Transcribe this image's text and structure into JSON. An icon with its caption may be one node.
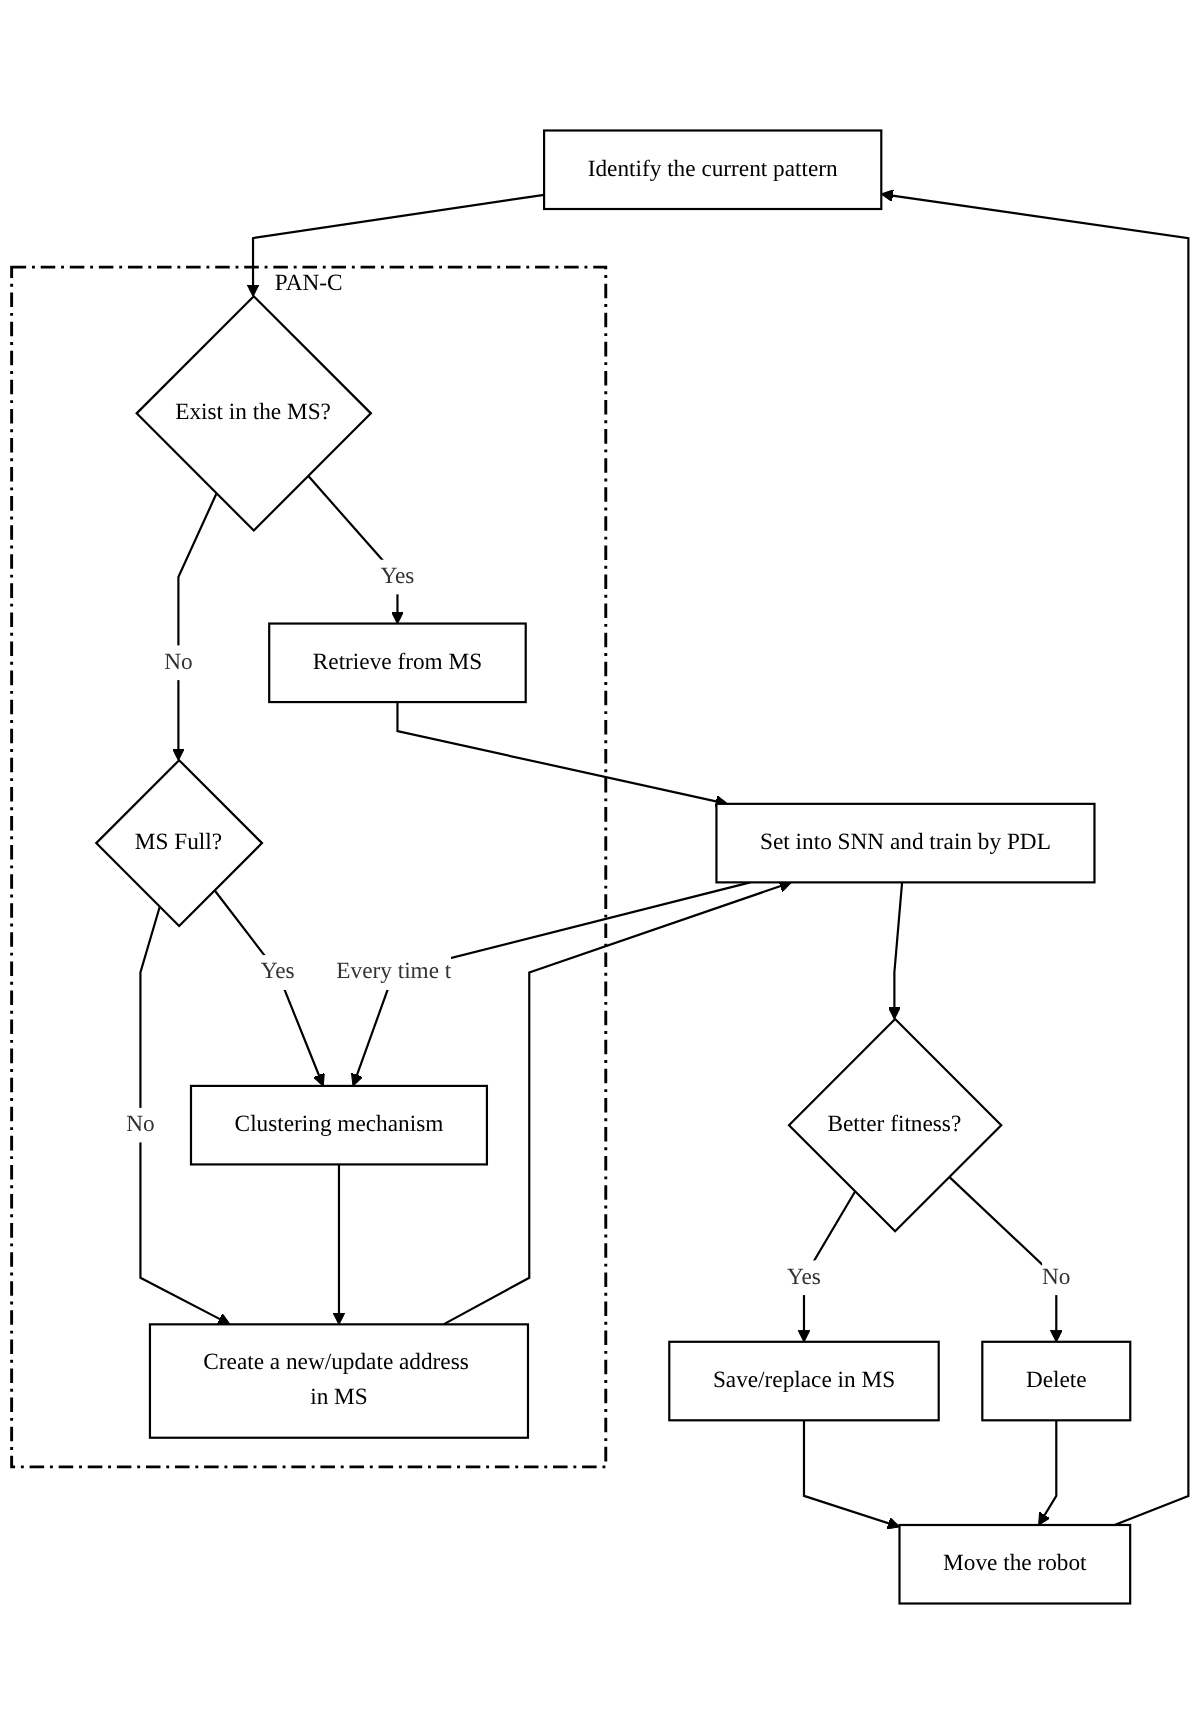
{
  "diagram": {
    "nodes": [
      {
        "text": [
          "Identify the current pattern"
        ]
      },
      {
        "text": [
          "PAN-C"
        ]
      },
      {
        "text": [
          "Retrieve from MS"
        ],
        "in": 1
      },
      {
        "text": [
          "Exist in the MS?"
        ],
        "in": 1
      },
      {
        "text": [
          "Clustering mechanism"
        ],
        "in": 1
      },
      {
        "text": [
          "MS Full?"
        ],
        "in": 1
      },
      {
        "text": [
          "Create a new/update address in MS"
        ],
        "in": 1
      },
      {
        "text": [
          "Set into SNN and train by PDL"
        ]
      },
      {
        "text": [
          "Save/replace in MS"
        ]
      },
      {
        "text": [
          "Better fitness?"
        ]
      },
      {
        "text": [
          "Move the robot"
        ]
      },
      {
        "text": [
          "Delete"
        ]
      }
    ],
    "edges": [
      {
        "from": 0,
        "to": 3,
        "arrow": "to"
      },
      {
        "from": 3,
        "to": 2,
        "arrow": "to",
        "label": "Yes"
      },
      {
        "from": 3,
        "to": 5,
        "arrow": "to",
        "label": "No"
      },
      {
        "from": 5,
        "to": 4,
        "arrow": "to",
        "label": "Yes"
      },
      {
        "from": 5,
        "to": 6,
        "arrow": "to",
        "label": "No"
      },
      {
        "from": 4,
        "to": 6,
        "arrow": "to"
      },
      {
        "from": 2,
        "to": 7,
        "arrow": "to"
      },
      {
        "from": 6,
        "to": 7,
        "arrow": "to"
      },
      {
        "from": 7,
        "to": 4,
        "arrow": "to",
        "label": "Every time t"
      },
      {
        "from": 7,
        "to": 9,
        "arrow": "to"
      },
      {
        "from": 9,
        "to": 8,
        "arrow": "to",
        "label": "Yes"
      },
      {
        "from": 9,
        "to": 11,
        "arrow": "to",
        "label": "No"
      },
      {
        "from": 8,
        "to": 10,
        "arrow": "to"
      },
      {
        "from": 11,
        "to": 10,
        "arrow": "to"
      },
      {
        "from": 10,
        "to": 0,
        "arrow": "to"
      }
    ]
  }
}
